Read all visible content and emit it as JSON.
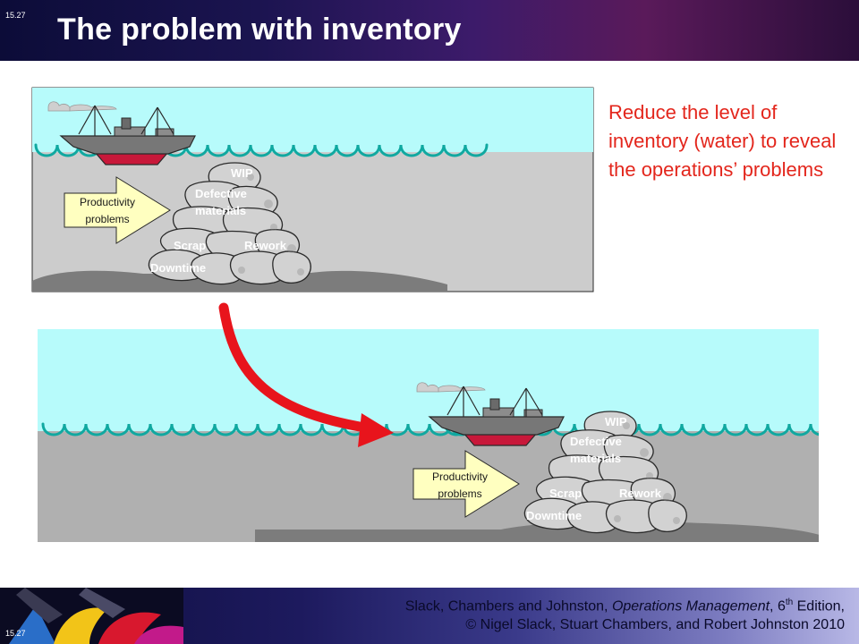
{
  "slide": {
    "number": "15.27",
    "title": "The problem with inventory"
  },
  "caption": "Reduce the level of inventory (water) to reveal the operations’ problems",
  "diagram": {
    "arrow_label_line1": "Productivity",
    "arrow_label_line2": "problems",
    "rocks": {
      "wip": "WIP",
      "defective_line1": "Defective",
      "defective_line2": "materials",
      "scrap": "Scrap",
      "rework": "Rework",
      "downtime": "Downtime"
    }
  },
  "footer": {
    "citation_pre": "Slack, Chambers and Johnston, ",
    "citation_book": "Operations Management",
    "citation_edition_num": ", 6",
    "citation_sup": "th",
    "citation_post": " Edition,",
    "copyright": "© Nigel Slack, Stuart Chambers, and Robert Johnston 2010"
  },
  "colors": {
    "water": "#b7fbfb",
    "sea_grey": "#cccccc",
    "wave": "#10a8a0",
    "caption_red": "#e3261c",
    "curved_arrow_red": "#e8141c",
    "arrow_fill": "#ffffc0"
  }
}
